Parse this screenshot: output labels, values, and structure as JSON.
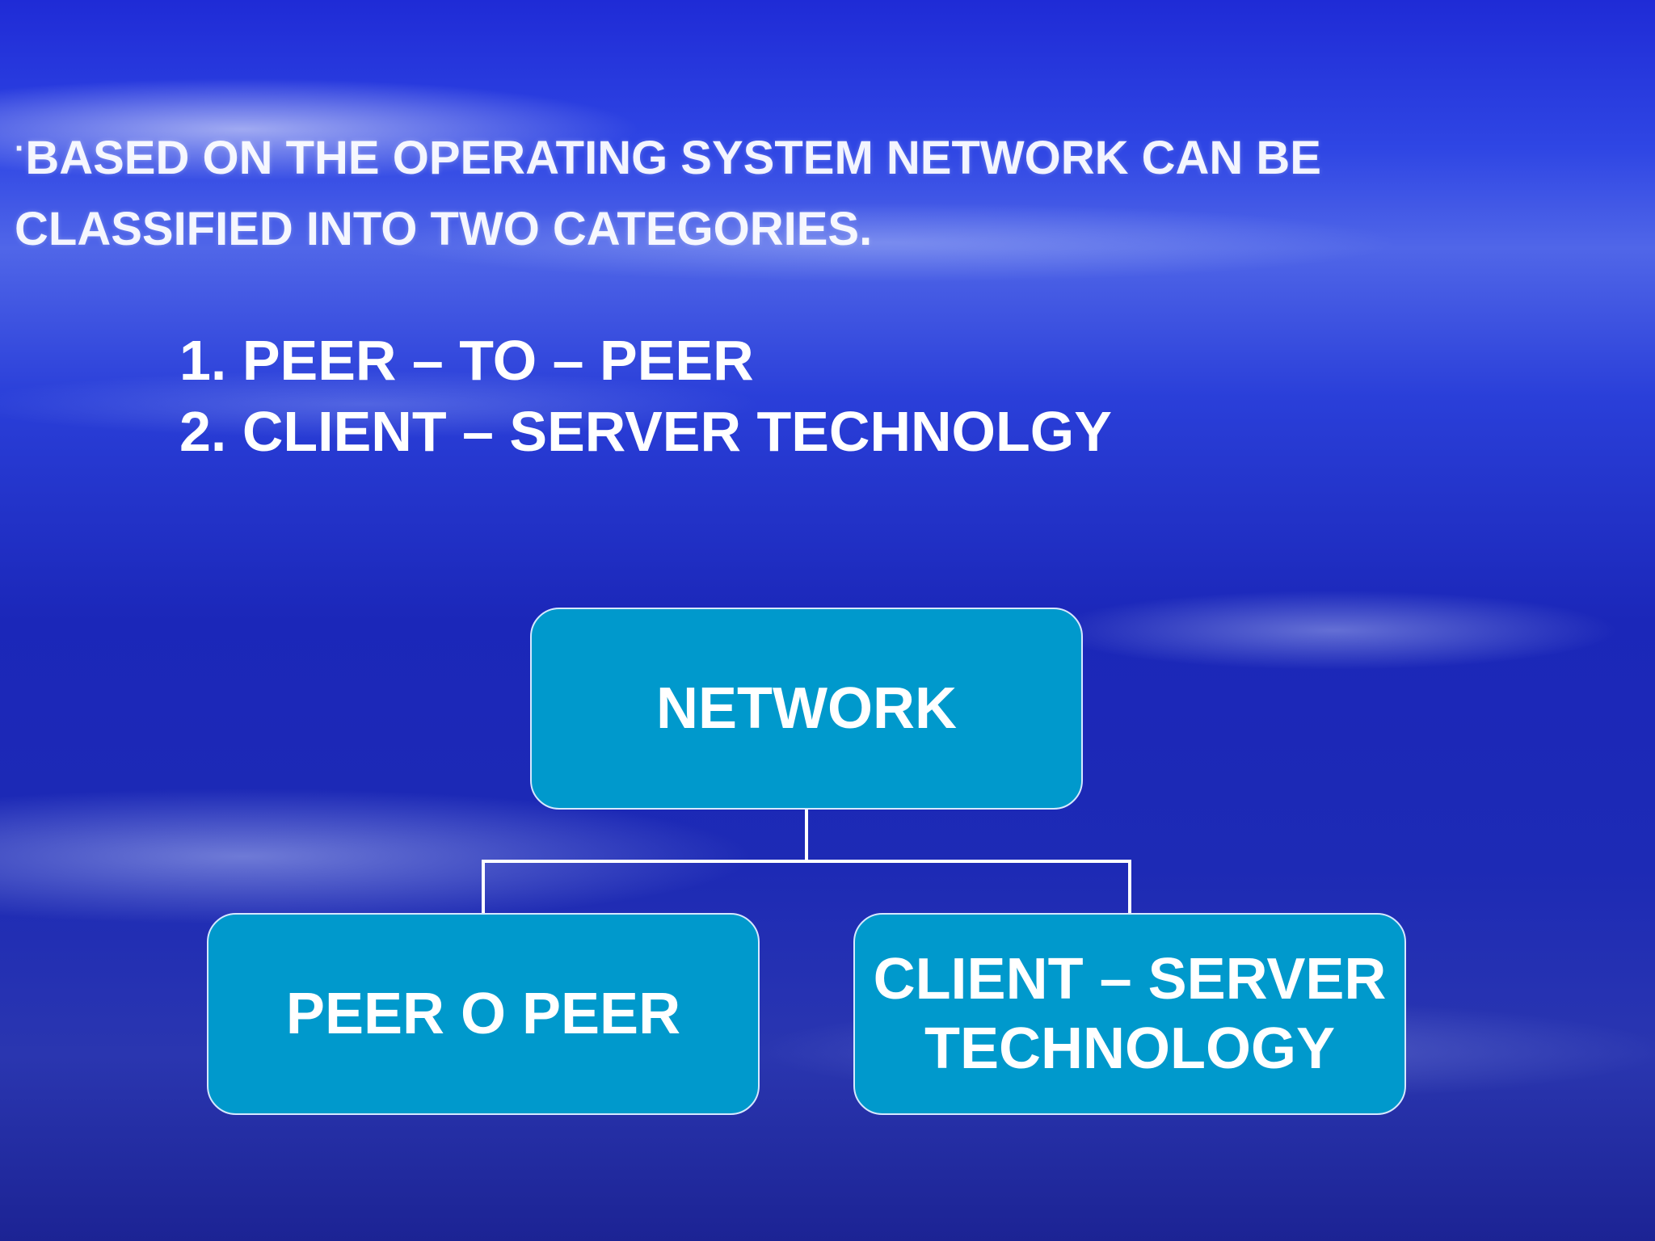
{
  "slide": {
    "intro_bullet": "·",
    "intro_line1": "BASED ON THE OPERATING SYSTEM NETWORK CAN BE",
    "intro_line2": "CLASSIFIED INTO TWO CATEGORIES.",
    "list": [
      "1. PEER – TO – PEER",
      "2. CLIENT – SERVER TECHNOLGY"
    ]
  },
  "diagram": {
    "root": "NETWORK",
    "children": [
      {
        "label": "PEER O PEER"
      },
      {
        "label_line1": "CLIENT – SERVER",
        "label_line2": "TECHNOLOGY"
      }
    ]
  }
}
